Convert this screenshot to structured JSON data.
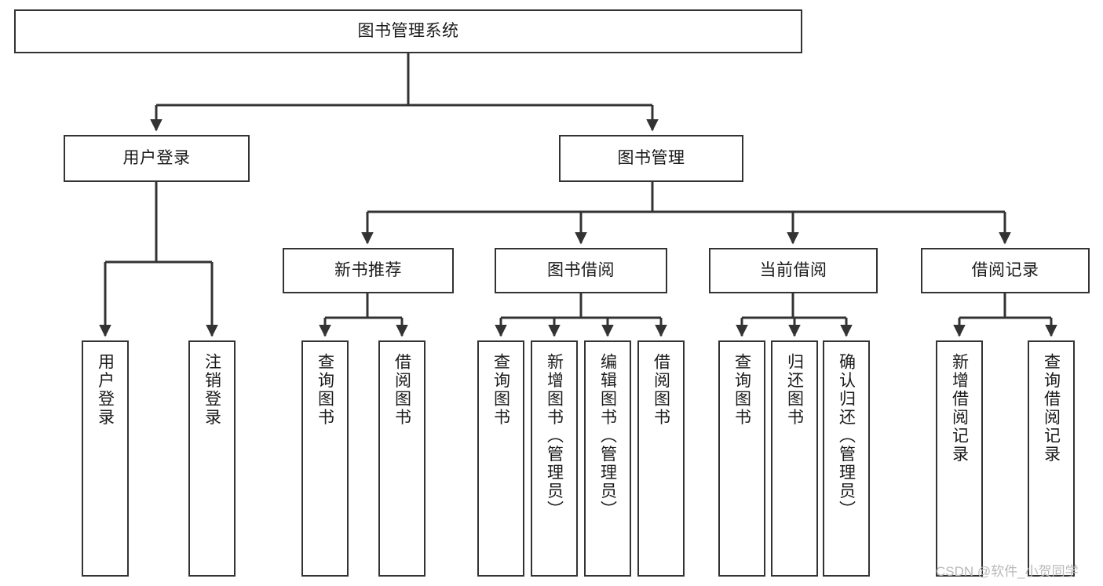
{
  "diagram": {
    "title": "图书管理系统",
    "watermark": "CSDN @软件_小贺同学",
    "line_color": "#333333",
    "box_fill": "#ffffff",
    "text_color": "#1a1a1a",
    "watermark_color": "#b9b9b9",
    "root": {
      "label": "图书管理系统"
    },
    "level2": [
      {
        "label": "用户登录"
      },
      {
        "label": "图书管理"
      }
    ],
    "level3": [
      {
        "label": "新书推荐"
      },
      {
        "label": "图书借阅"
      },
      {
        "label": "当前借阅"
      },
      {
        "label": "借阅记录"
      }
    ],
    "leaves_user_login": [
      {
        "label": "用户登录"
      },
      {
        "label": "注销登录"
      }
    ],
    "leaves_new_book": [
      {
        "label": "查询图书"
      },
      {
        "label": "借阅图书"
      }
    ],
    "leaves_borrow": [
      {
        "label": "查询图书"
      },
      {
        "label": "新增图书（管理员）"
      },
      {
        "label": "编辑图书（管理员）"
      },
      {
        "label": "借阅图书"
      }
    ],
    "leaves_current": [
      {
        "label": "查询图书"
      },
      {
        "label": "归还图书"
      },
      {
        "label": "确认归还（管理员）"
      }
    ],
    "leaves_records": [
      {
        "label": "新增借阅记录"
      },
      {
        "label": "查询借阅记录"
      }
    ]
  }
}
